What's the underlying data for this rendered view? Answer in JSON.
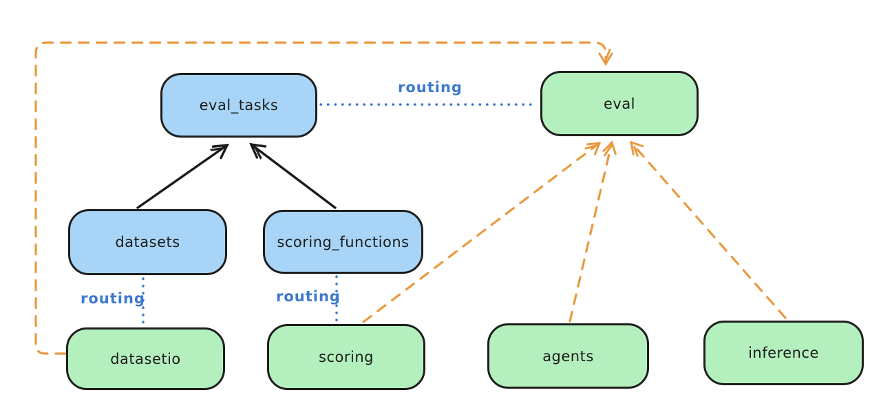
{
  "nodes": {
    "eval_tasks": {
      "label": "eval_tasks",
      "kind": "api",
      "fill": "#a8d5f7"
    },
    "eval": {
      "label": "eval",
      "kind": "provider",
      "fill": "#b4f0bd"
    },
    "datasets": {
      "label": "datasets",
      "kind": "api",
      "fill": "#a8d5f7"
    },
    "scoring_functions": {
      "label": "scoring_functions",
      "kind": "api",
      "fill": "#a8d5f7"
    },
    "datasetio": {
      "label": "datasetio",
      "kind": "provider",
      "fill": "#b4f0bd"
    },
    "scoring": {
      "label": "scoring",
      "kind": "provider",
      "fill": "#b4f0bd"
    },
    "agents": {
      "label": "agents",
      "kind": "provider",
      "fill": "#b4f0bd"
    },
    "inference": {
      "label": "inference",
      "kind": "provider",
      "fill": "#b4f0bd"
    }
  },
  "labels": {
    "routing_top": "routing",
    "routing_datasetio": "routing",
    "routing_scoring": "routing"
  },
  "edges": [
    {
      "from": "datasets",
      "to": "eval_tasks",
      "style": "solid-black-arrow"
    },
    {
      "from": "scoring_functions",
      "to": "eval_tasks",
      "style": "solid-black-arrow"
    },
    {
      "from": "eval_tasks",
      "to": "eval",
      "style": "dotted-blue",
      "label": "routing"
    },
    {
      "from": "datasets",
      "to": "datasetio",
      "style": "dotted-blue",
      "label": "routing"
    },
    {
      "from": "scoring_functions",
      "to": "scoring",
      "style": "dotted-blue",
      "label": "routing"
    },
    {
      "from": "datasetio",
      "to": "eval",
      "style": "dashed-orange-arrow"
    },
    {
      "from": "scoring",
      "to": "eval",
      "style": "dashed-orange-arrow"
    },
    {
      "from": "agents",
      "to": "eval",
      "style": "dashed-orange-arrow"
    },
    {
      "from": "inference",
      "to": "eval",
      "style": "dashed-orange-arrow"
    }
  ],
  "colors": {
    "api_fill": "#a8d5f7",
    "provider_fill": "#b4f0bd",
    "node_stroke": "#1e1e1e",
    "routing_blue": "#3e79cf",
    "orange": "#e9993e",
    "arrow_black": "#1b1b1b",
    "background": "#ffffff"
  }
}
